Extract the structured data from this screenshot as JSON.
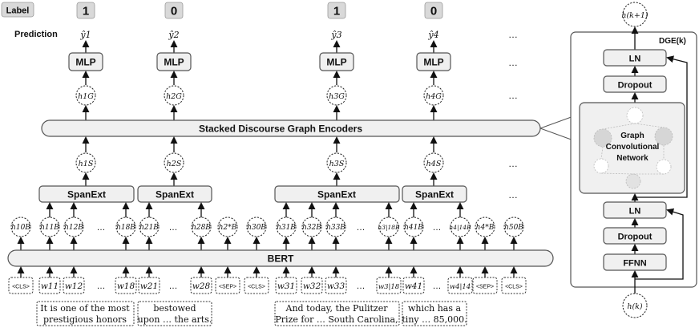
{
  "header": {
    "label_title": "Label",
    "labels": [
      "1",
      "0",
      "1",
      "0"
    ],
    "prediction_title": "Prediction",
    "predictions": [
      "ŷ1",
      "ŷ2",
      "ŷ3",
      "ŷ4"
    ],
    "ellipsis": "…"
  },
  "modules": {
    "mlp": "MLP",
    "graph_encoders": "Stacked Discourse Graph Encoders",
    "spanext": "SpanExt",
    "bert": "BERT"
  },
  "graph_nodes": [
    "h1G",
    "h2G",
    "h3G",
    "h4G"
  ],
  "span_nodes": [
    "h1S",
    "h2S",
    "h3S",
    "h4S"
  ],
  "bert_nodes": [
    "h10B",
    "h11B",
    "h12B",
    "…",
    "h18B",
    "h21B",
    "…",
    "h28B",
    "h2*B",
    "h30B",
    "h31B",
    "h32B",
    "h33B",
    "…",
    "h3|18B",
    "h41B",
    "…",
    "h4|14B",
    "h4*B",
    "h50B"
  ],
  "tokens": [
    "<CLS>",
    "w11",
    "w12",
    "…",
    "w18",
    "w21",
    "…",
    "w28",
    "<SEP>",
    "<CLS>",
    "w31",
    "w32",
    "w33",
    "…",
    "w3|18",
    "w41",
    "…",
    "w4|14",
    "<SEP>",
    "<CLS>"
  ],
  "sentences": [
    [
      "It is one of the most",
      "prestigious honors"
    ],
    [
      "bestowed",
      "upon … the arts."
    ],
    [
      "And today, the Pulitzer",
      "Prize for … South Carolina,"
    ],
    [
      "which has a",
      "tiny … 85,000."
    ]
  ],
  "dge": {
    "title": "DGE(k)",
    "top_node": "h(k+1)",
    "bottom_node": "h(k)",
    "ln": "LN",
    "dropout": "Dropout",
    "ffnn": "FFNN",
    "gcn_lines": [
      "Graph",
      "Convolutional",
      "Network"
    ]
  }
}
